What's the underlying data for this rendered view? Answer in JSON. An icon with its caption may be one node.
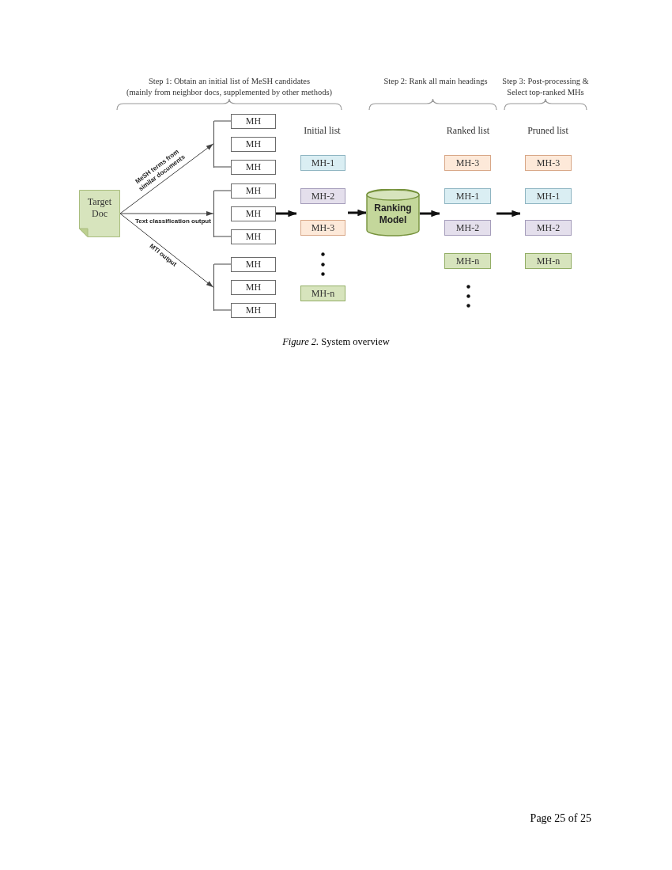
{
  "diagram": {
    "caption": "*Figure 2.* System overview",
    "nodes": [
      {
        "text": [
          "Target Doc"
        ]
      },
      {
        "text": [],
        "shape": "bar"
      },
      {
        "text": [
          "MH"
        ]
      },
      {
        "text": [
          "MH"
        ]
      },
      {
        "text": [
          "MH"
        ]
      },
      {
        "text": [],
        "shape": "bar"
      },
      {
        "text": [
          "MH"
        ]
      },
      {
        "text": [
          "MH"
        ]
      },
      {
        "text": [
          "MH"
        ]
      },
      {
        "text": [],
        "shape": "bar"
      },
      {
        "text": [
          "MH"
        ]
      },
      {
        "text": [
          "MH"
        ]
      },
      {
        "text": [
          "MH"
        ]
      },
      {
        "text": [
          "Initial list"
        ]
      },
      {
        "text": [
          "MH-1"
        ],
        "in": 13
      },
      {
        "text": [
          "MH-2"
        ],
        "in": 13
      },
      {
        "text": [
          "MH-3"
        ],
        "in": 13
      },
      {
        "text": [
          "MH-n"
        ],
        "in": 13
      },
      {
        "text": [
          "Ranking Model"
        ]
      },
      {
        "text": [
          "Ranked list"
        ]
      },
      {
        "text": [
          "MH-3"
        ],
        "in": 19
      },
      {
        "text": [
          "MH-1"
        ],
        "in": 19
      },
      {
        "text": [
          "MH-2"
        ],
        "in": 19
      },
      {
        "text": [
          "MH-n"
        ],
        "in": 19
      },
      {
        "text": [
          "Pruned list"
        ]
      },
      {
        "text": [
          "MH-3"
        ],
        "in": 24
      },
      {
        "text": [
          "MH-1"
        ],
        "in": 24
      },
      {
        "text": [
          "MH-2"
        ],
        "in": 24
      },
      {
        "text": [
          "MH-n"
        ],
        "in": 24
      }
    ],
    "edges": [
      {
        "from": 0,
        "to": 1,
        "arrow": "to",
        "label": "MeSH terms from similar documents"
      },
      {
        "from": 1,
        "to": 2,
        "arrow": "none"
      },
      {
        "from": 1,
        "to": 4,
        "arrow": "none"
      },
      {
        "from": 0,
        "to": 5,
        "arrow": "to",
        "label": "Text classification output"
      },
      {
        "from": 5,
        "to": 6,
        "arrow": "none"
      },
      {
        "from": 5,
        "to": 8,
        "arrow": "none"
      },
      {
        "from": 0,
        "to": 9,
        "arrow": "to",
        "label": "MTI output"
      },
      {
        "from": 9,
        "to": 10,
        "arrow": "none"
      },
      {
        "from": 9,
        "to": 12,
        "arrow": "none"
      },
      {
        "from": 7,
        "to": 13,
        "arrow": "to",
        "style": "thick"
      },
      {
        "from": 13,
        "to": 18,
        "arrow": "to",
        "style": "thick"
      },
      {
        "from": 18,
        "to": 19,
        "arrow": "to",
        "style": "thick"
      },
      {
        "from": 19,
        "to": 24,
        "arrow": "to",
        "style": "thick"
      }
    ],
    "labels": [
      "Step 1: Obtain an initial list of MeSH candidates",
      "(mainly from neighbor docs, supplemented by other methods)",
      "Step 2: Rank all main headings",
      "Step 3: Post-processing & Select top-ranked MHs",
      "Page 25 of 25"
    ]
  }
}
